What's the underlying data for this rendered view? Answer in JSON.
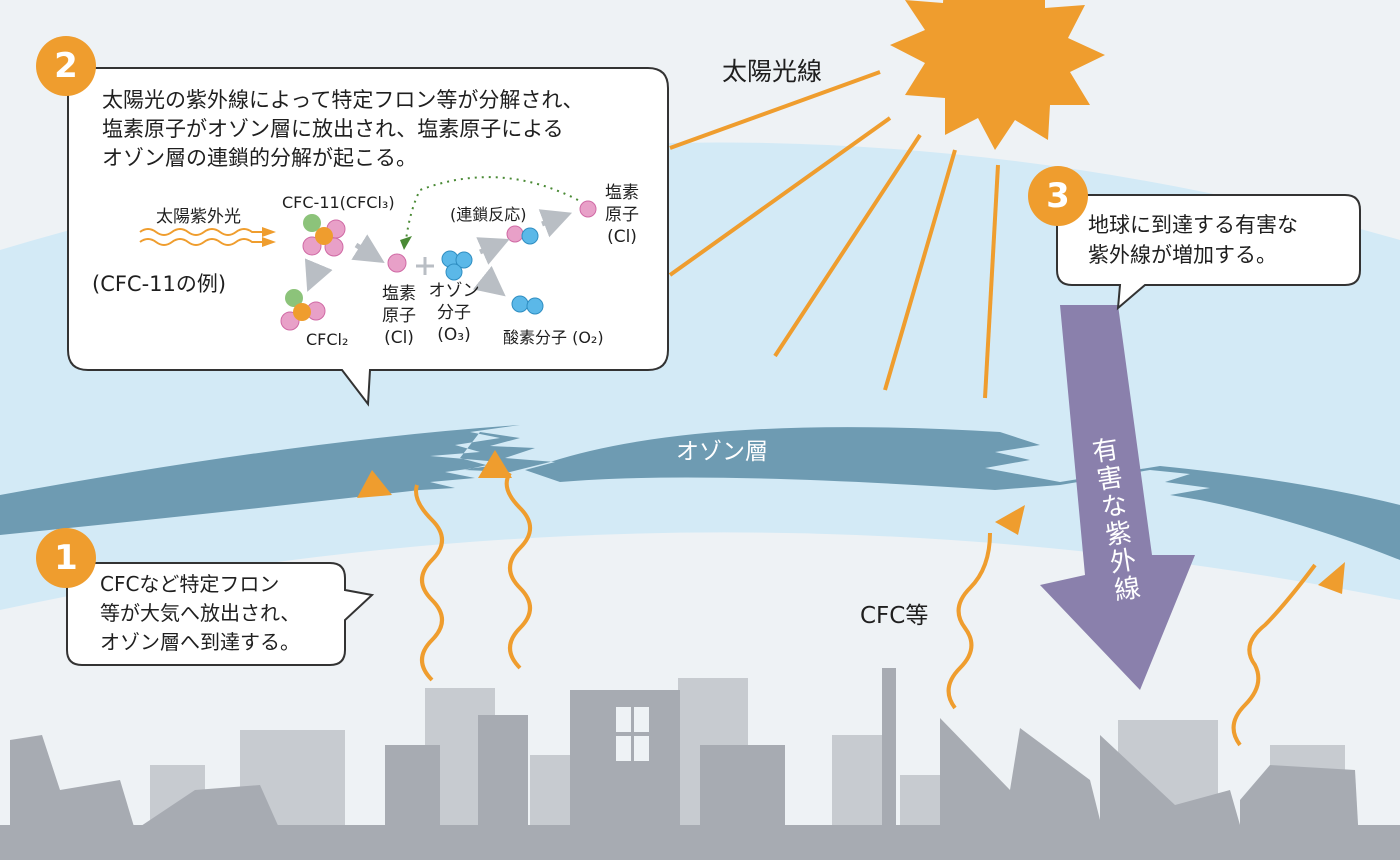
{
  "labels": {
    "sunlight": "太陽光線",
    "ozone_layer": "オゾン層",
    "cfc_etc": "CFC等",
    "harmful_uv_vertical": "有害な紫外線"
  },
  "steps": [
    {
      "number": "1",
      "text": "CFCなど特定フロン\n等が大気へ放出され、\nオゾン層へ到達する。"
    },
    {
      "number": "2",
      "text": "太陽光の紫外線によって特定フロン等が分解され、\n塩素原子がオゾン層に放出され、塩素原子による\nオゾン層の連鎖的分解が起こる。"
    },
    {
      "number": "3",
      "text": "地球に到達する有害な\n紫外線が増加する。"
    }
  ],
  "reaction": {
    "solar_uv": "太陽紫外光",
    "example": "(CFC-11の例)",
    "cfc11": "CFC-11(CFCl₃)",
    "cfcl2": "CFCl₂",
    "chain_reaction": "(連鎖反応)",
    "cl_atom": "塩素\n原子\n(Cl)",
    "ozone_molecule": "オゾン\n分子\n(O₃)",
    "oxygen_molecule": "酸素分子 (O₂)",
    "cl_atom_top": "塩素\n原子\n(Cl)"
  },
  "colors": {
    "orange": "#ef9d2e",
    "ozone": "#6e9bb2",
    "sky_band": "#d3eaf6",
    "purple": "#8a80ac",
    "city": "#a7abb2",
    "atom_pink": "#e8a0c8",
    "atom_green": "#8cc37a",
    "atom_blue": "#5bb8e8"
  }
}
